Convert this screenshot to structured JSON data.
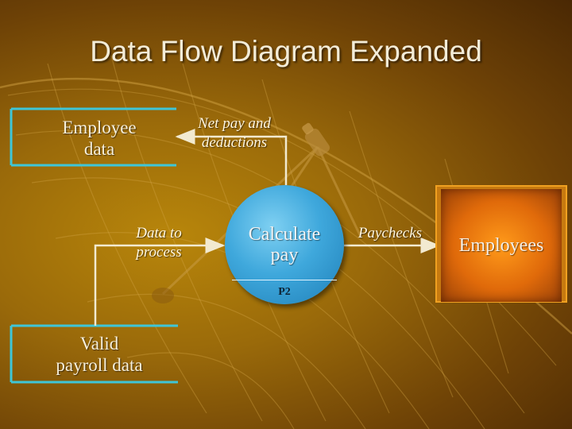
{
  "slide": {
    "title": "Data Flow Diagram Expanded"
  },
  "data_stores": [
    {
      "line1": "Employee",
      "line2": "data"
    },
    {
      "line1": "Valid",
      "line2": "payroll data"
    }
  ],
  "process": {
    "name_line1": "Calculate",
    "name_line2": "pay",
    "id": "P2"
  },
  "external_entity": {
    "name": "Employees"
  },
  "data_flows": [
    {
      "line1": "Net pay and",
      "line2": "deductions"
    },
    {
      "line1": "Data to",
      "line2": "process"
    },
    {
      "line1": "Paychecks"
    }
  ],
  "colors": {
    "store_border": "#3ec6d8",
    "flow_line": "#f2ead0",
    "process_fill": "#3fa8dc",
    "entity_fill": "#e8780e"
  }
}
